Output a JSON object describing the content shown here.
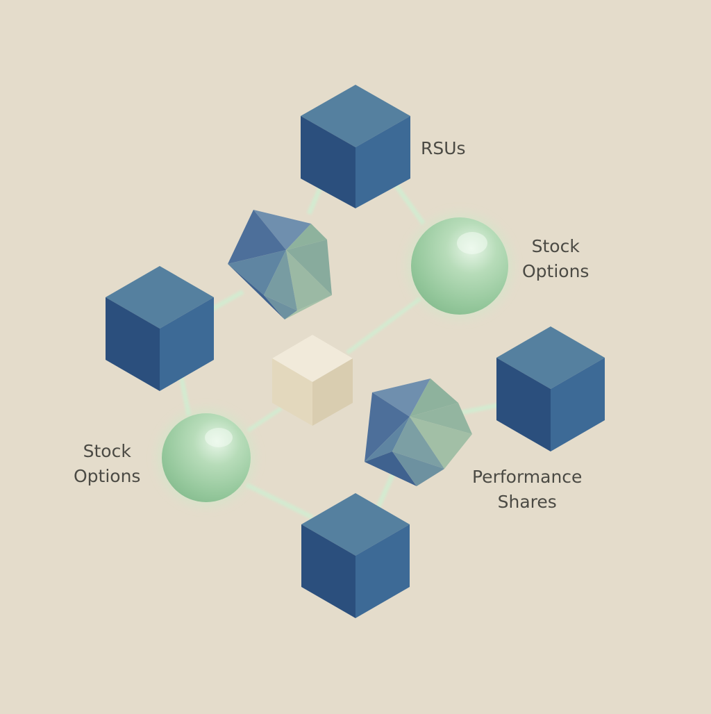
{
  "labels": {
    "rsus": "RSUs",
    "stock_options_right": [
      "Stock",
      "Options"
    ],
    "stock_options_left": [
      "Stock",
      "Options"
    ],
    "performance_shares": [
      "Performance",
      "Shares"
    ]
  },
  "colors": {
    "background": "#e4dccb",
    "cube_front": "#2f5683",
    "cube_side": "#3a6593",
    "cube_top": "#5079a5",
    "sphere": "#a3d0a8",
    "sphere_glow": "#bfe6c2",
    "connector": "#cfe6cc",
    "center_cube": "#ece3cd",
    "text": "#4b4a44"
  }
}
